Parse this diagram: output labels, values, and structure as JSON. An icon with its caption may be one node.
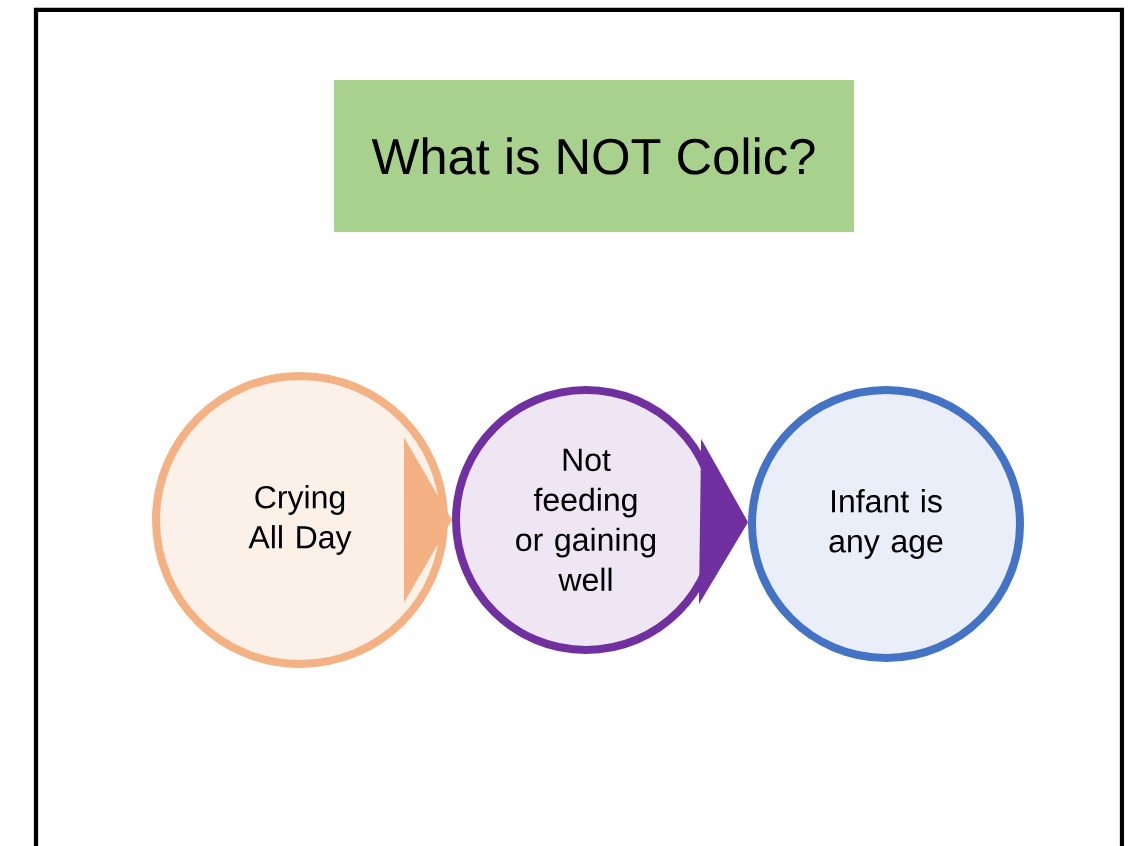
{
  "diagram": {
    "title": "What is NOT Colic?",
    "nodes": [
      {
        "text": [
          "Crying All Day"
        ]
      },
      {
        "text": [
          "Not feeding or gaining well"
        ]
      },
      {
        "text": [
          "Infant is any age"
        ]
      }
    ],
    "edges": [
      {
        "from": 0,
        "to": 1,
        "arrow": "to",
        "color": "#f4b183"
      },
      {
        "from": 1,
        "to": 2,
        "arrow": "to",
        "color": "#7030a0"
      }
    ]
  }
}
